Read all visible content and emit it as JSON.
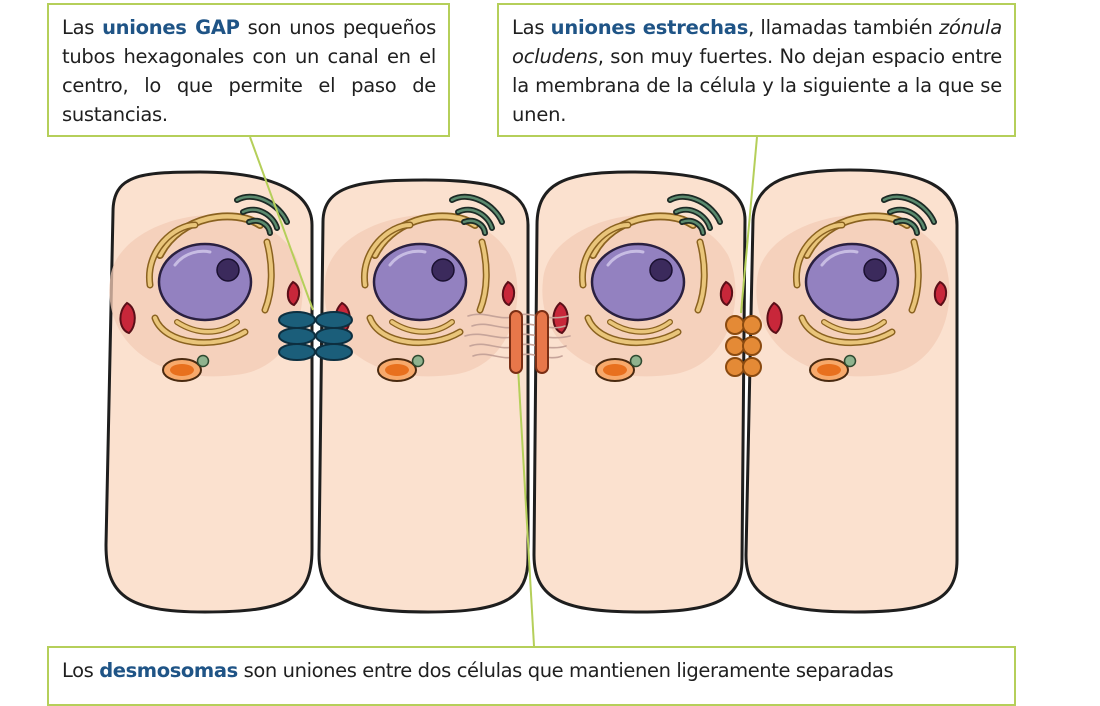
{
  "callouts": {
    "gap": {
      "prefix": "Las ",
      "keyword": "uniones GAP",
      "suffix": " son unos pequeños tubos hexagonales con un canal en el centro, lo que permite el paso de sustancias."
    },
    "tight": {
      "prefix": "Las ",
      "keyword": "uniones estrechas",
      "middle": ", llamadas también ",
      "italic": "zónula ocludens",
      "suffix": ", son muy fuertes. No dejan espacio entre la membrana de la célula y la siguiente a la que se unen."
    },
    "desmosome": {
      "prefix": "Los ",
      "keyword": "desmosomas",
      "suffix": " son uniones entre dos células que mantienen ligeramente separadas"
    }
  },
  "colors": {
    "callout_border": "#b5cf5a",
    "keyword": "#1f5486",
    "cell_fill": "#fbe1cf",
    "cell_stroke": "#1e1e1e",
    "gap_junction": "#1b5e7a",
    "desmosome": "#e7774a",
    "tight_junction": "#e48a36",
    "nucleus": "#9381c0"
  },
  "icons": [
    "gap-junction-icon",
    "desmosome-icon",
    "tight-junction-icon",
    "cell-icon"
  ]
}
